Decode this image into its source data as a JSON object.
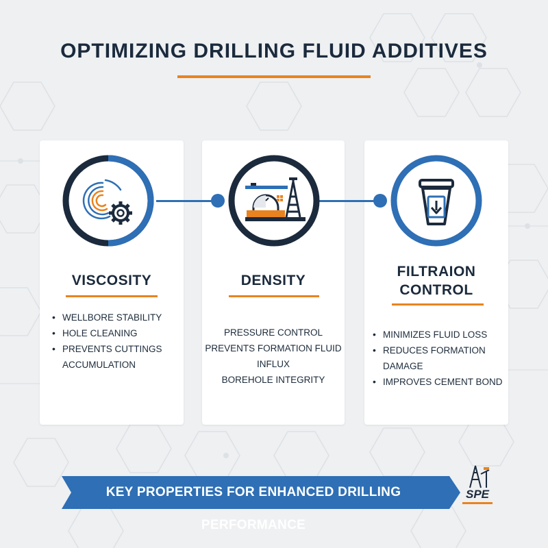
{
  "page": {
    "title": "OPTIMIZING DRILLING FLUID ADDITIVES",
    "colors": {
      "navy": "#1b2a3c",
      "blue": "#2e6fb5",
      "orange": "#e8831f",
      "background": "#eef0f2"
    }
  },
  "cards": [
    {
      "title": "VISCOSITY",
      "icon": "spiral-gear-icon",
      "bullets": [
        "WELLBORE STABILITY",
        "HOLE CLEANING",
        "PREVENTS CUTTINGS ACCUMULATION"
      ]
    },
    {
      "title": "DENSITY",
      "icon": "drilling-rig-icon",
      "lines": [
        "PRESSURE CONTROL",
        "PREVENTS FORMATION FLUID INFLUX",
        "BOREHOLE INTEGRITY"
      ]
    },
    {
      "title_line1": "FILTRAION",
      "title_line2": "CONTROL",
      "icon": "filter-cup-icon",
      "bullets": [
        "MINIMIZES FLUID LOSS",
        "REDUCES FORMATION DAMAGE",
        "IMPROVES CEMENT BOND"
      ]
    }
  ],
  "banner": {
    "text": "KEY PROPERTIES FOR ENHANCED DRILLING PERFORMANCE"
  },
  "logo": {
    "text": "SPE",
    "icon": "oil-derrick-icon"
  }
}
